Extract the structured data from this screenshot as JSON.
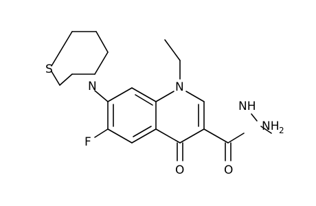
{
  "molecule": {
    "atoms": {
      "s": "S",
      "n_morpholine": "N",
      "n_ring": "N",
      "f": "F",
      "o": "O",
      "o_amide": "O",
      "nh": "NH",
      "nh2_n": "NH",
      "nh2_sub": "2"
    },
    "colors": {
      "bond": "#000000",
      "label": "#000000",
      "background": "#ffffff"
    }
  }
}
